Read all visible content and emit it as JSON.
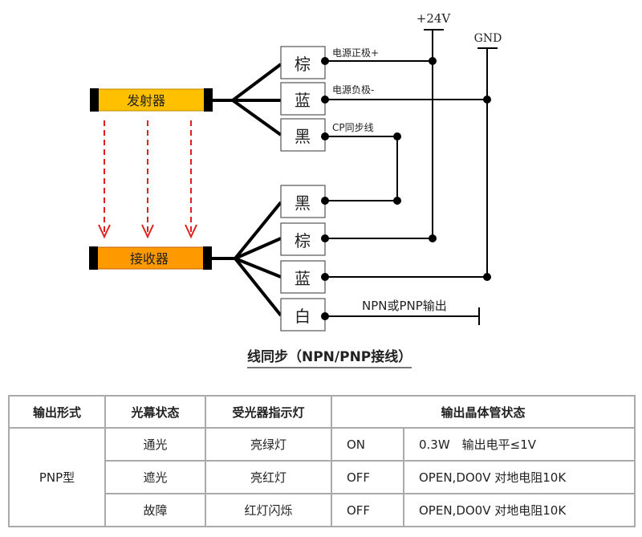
{
  "diagram": {
    "emitter_label": "发射器",
    "receiver_label": "接收器",
    "emitter_color": "#FFC000",
    "receiver_color": "#FF9900",
    "beam_color": "#E02020",
    "rail_24v_label": "+24V",
    "rail_gnd_label": "GND",
    "emitter_wires": [
      {
        "color_name": "棕",
        "signal": "电源正极+"
      },
      {
        "color_name": "蓝",
        "signal": "电源负极-"
      },
      {
        "color_name": "黑",
        "signal": "CP同步线"
      }
    ],
    "receiver_wires": [
      {
        "color_name": "黑"
      },
      {
        "color_name": "棕"
      },
      {
        "color_name": "蓝"
      },
      {
        "color_name": "白",
        "signal": "NPN或PNP输出"
      }
    ]
  },
  "title": "线同步（NPN/PNP接线）",
  "table": {
    "headers": [
      "输出形式",
      "光幕状态",
      "受光器指示灯",
      "输出晶体管状态"
    ],
    "output_type": "PNP型",
    "rows": [
      {
        "state": "通光",
        "indicator": "亮绿灯",
        "transistor": "ON",
        "detail": "0.3W　输出电平≤1V"
      },
      {
        "state": "遮光",
        "indicator": "亮红灯",
        "transistor": "OFF",
        "detail": "OPEN,DO0V 对地电阻10K"
      },
      {
        "state": "故障",
        "indicator": "红灯闪烁",
        "transistor": "OFF",
        "detail": "OPEN,DO0V 对地电阻10K"
      }
    ]
  }
}
